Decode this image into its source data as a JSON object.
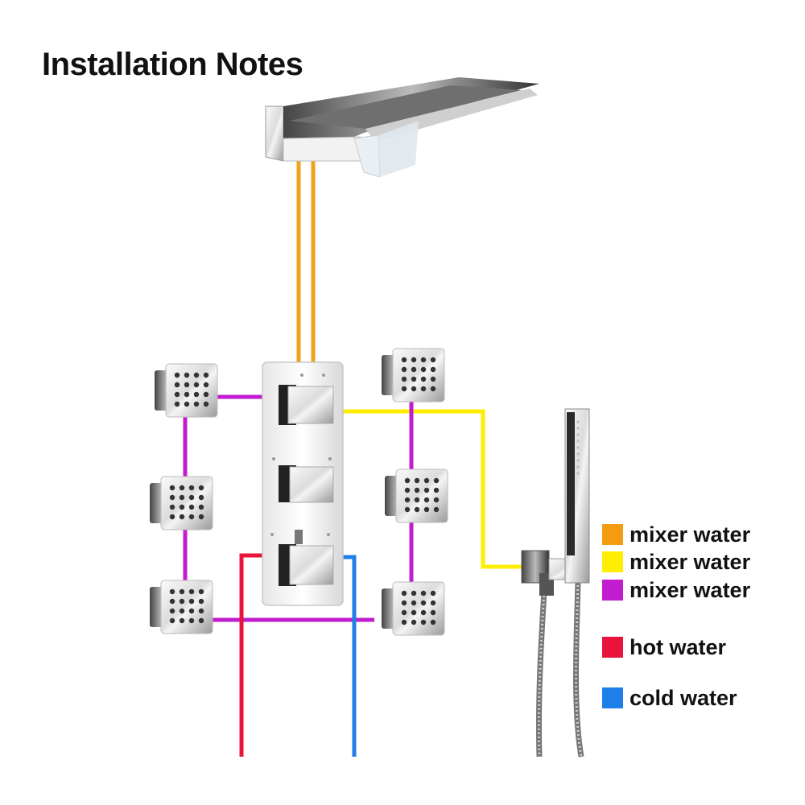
{
  "title": "Installation Notes",
  "colors": {
    "orange": "#f0a21b",
    "yellow": "#ffee00",
    "purple": "#c21ccf",
    "red": "#e8143a",
    "blue": "#1f7fe8"
  },
  "legend": [
    {
      "label": "mixer water",
      "color": "#f39c12"
    },
    {
      "label": "mixer water",
      "color": "#ffee00"
    },
    {
      "label": "mixer water",
      "color": "#c21ccf"
    },
    {
      "label": "hot water",
      "color": "#e8143a"
    },
    {
      "label": "cold water",
      "color": "#1f7fe8"
    }
  ],
  "icons": [
    "rain-waterfall-shower-head-icon",
    "thermostatic-valve-icon",
    "body-jet-icon",
    "hand-shower-icon"
  ]
}
